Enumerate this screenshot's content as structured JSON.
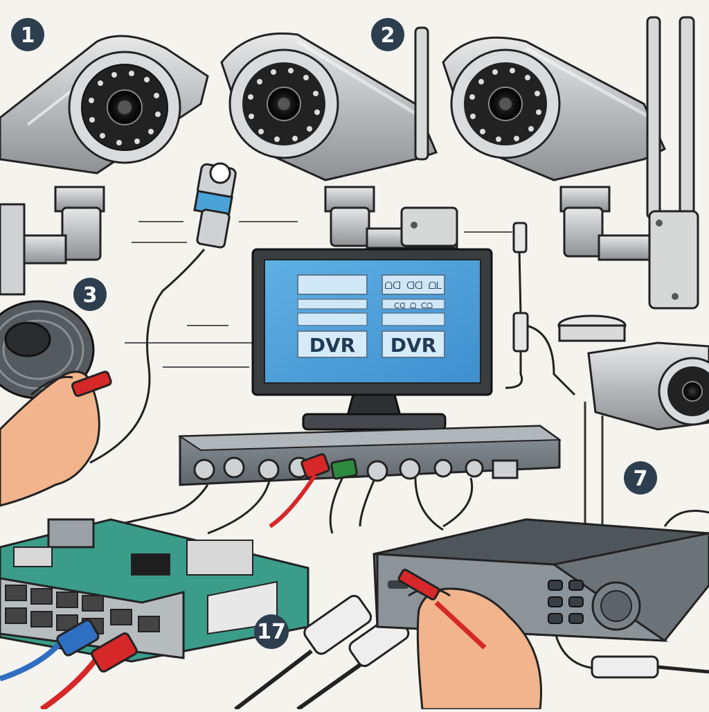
{
  "step_labels": {
    "s1": "1",
    "s2": "2",
    "s3": "3",
    "s7": "7",
    "s17": "17"
  },
  "monitor": {
    "dvr_left": "DVR",
    "dvr_right": "DVR",
    "top_right_code": "ᗝᗡ ᗡᗡ ᗝᒪ",
    "mid_right_code": "ᑕᗡ  ᗝ  ᑕᗝ"
  },
  "colors": {
    "label_fill": "#2d3e4f",
    "screen_blue": "#4d9fd8",
    "cable_red": "#d62828",
    "cable_blue": "#2f6fc2",
    "cable_green": "#2e8b3e",
    "pcb_green": "#3b9c8a",
    "skin": "#f2b48d"
  },
  "icons": [
    "camera-icon",
    "monitor-icon",
    "dvr-box-icon",
    "network-switch-icon",
    "hand-icon",
    "cable-coil-icon",
    "bnc-connector-icon"
  ]
}
